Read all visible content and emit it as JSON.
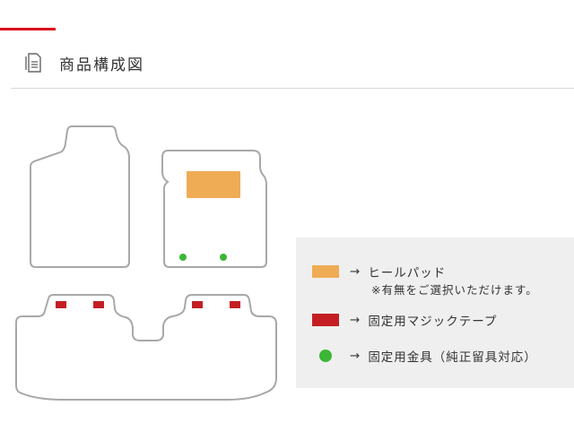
{
  "section": {
    "title": "商品構成図",
    "icon": "document-icon"
  },
  "colors": {
    "accent": "#d9121b",
    "heel_pad": "#f0ac55",
    "velcro": "#c41e24",
    "fastener": "#3cb636",
    "mat_outline": "#a8a8a8",
    "legend_bg": "#efefef"
  },
  "legend": {
    "items": [
      {
        "key": "heel_pad",
        "arrow": "→",
        "label": "ヒールパッド",
        "note": "※有無をご選択いただけます。"
      },
      {
        "key": "velcro",
        "arrow": "→",
        "label": "固定用マジックテープ"
      },
      {
        "key": "fastener",
        "arrow": "→",
        "label": "固定用金具（純正留具対応）"
      }
    ]
  }
}
